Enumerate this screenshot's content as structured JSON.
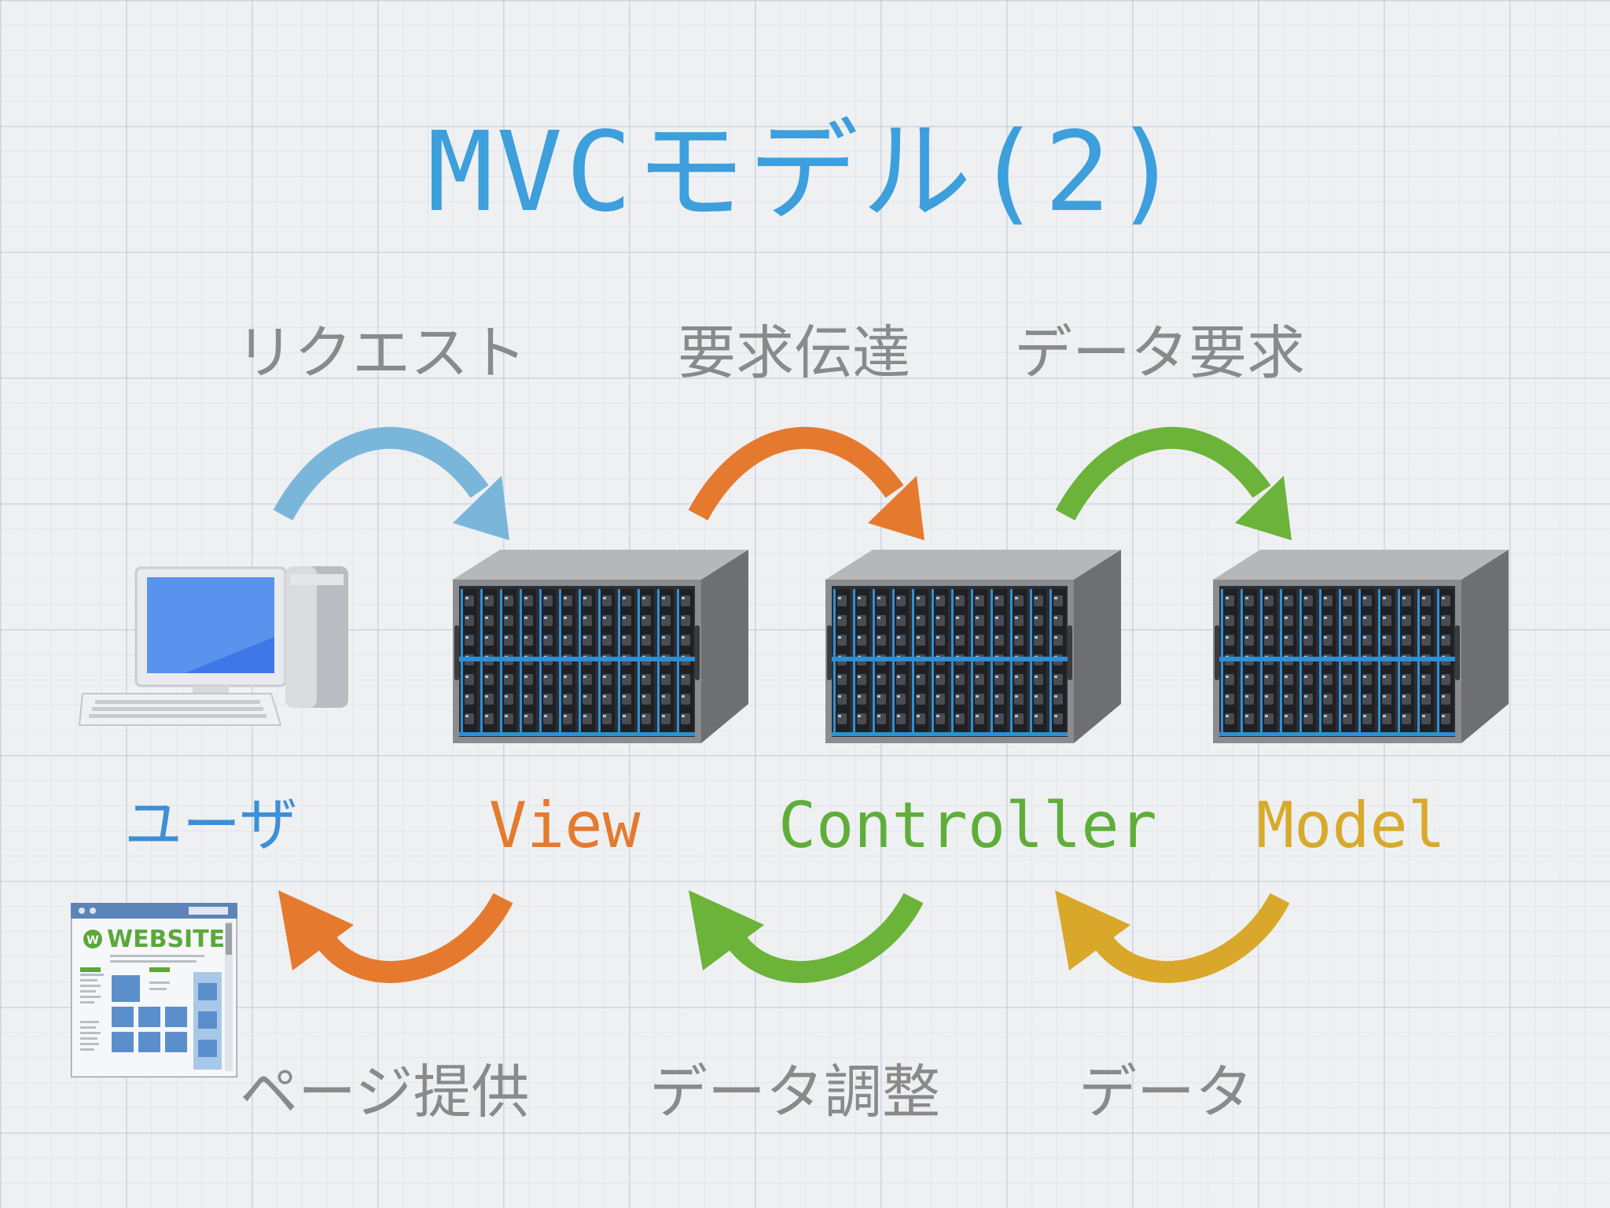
{
  "title": {
    "text": "MVCモデル(2)",
    "color": "#3d9fdc"
  },
  "top_labels": {
    "request": "リクエスト",
    "forward": "要求伝達",
    "data_request": "データ要求"
  },
  "nodes": {
    "user": {
      "label": "ユーザ",
      "color": "#3d8fd6"
    },
    "view": {
      "label": "View",
      "color": "#e57a2e"
    },
    "controller": {
      "label": "Controller",
      "color": "#5fae3a"
    },
    "model": {
      "label": "Model",
      "color": "#d8aa2c"
    }
  },
  "bottom_labels": {
    "page": "ページ提供",
    "adjust": "データ調整",
    "data": "データ"
  },
  "website": {
    "logo_text": "WEBSITE"
  },
  "colors": {
    "arrow_blue": "#7ab6da",
    "arrow_orange": "#e57a2e",
    "arrow_green": "#6cb33a",
    "arrow_yellow": "#d9a82a",
    "server_body": "#8a8c90",
    "server_accent": "#2f8fd6",
    "monitor_screen": "#3f76e8"
  }
}
